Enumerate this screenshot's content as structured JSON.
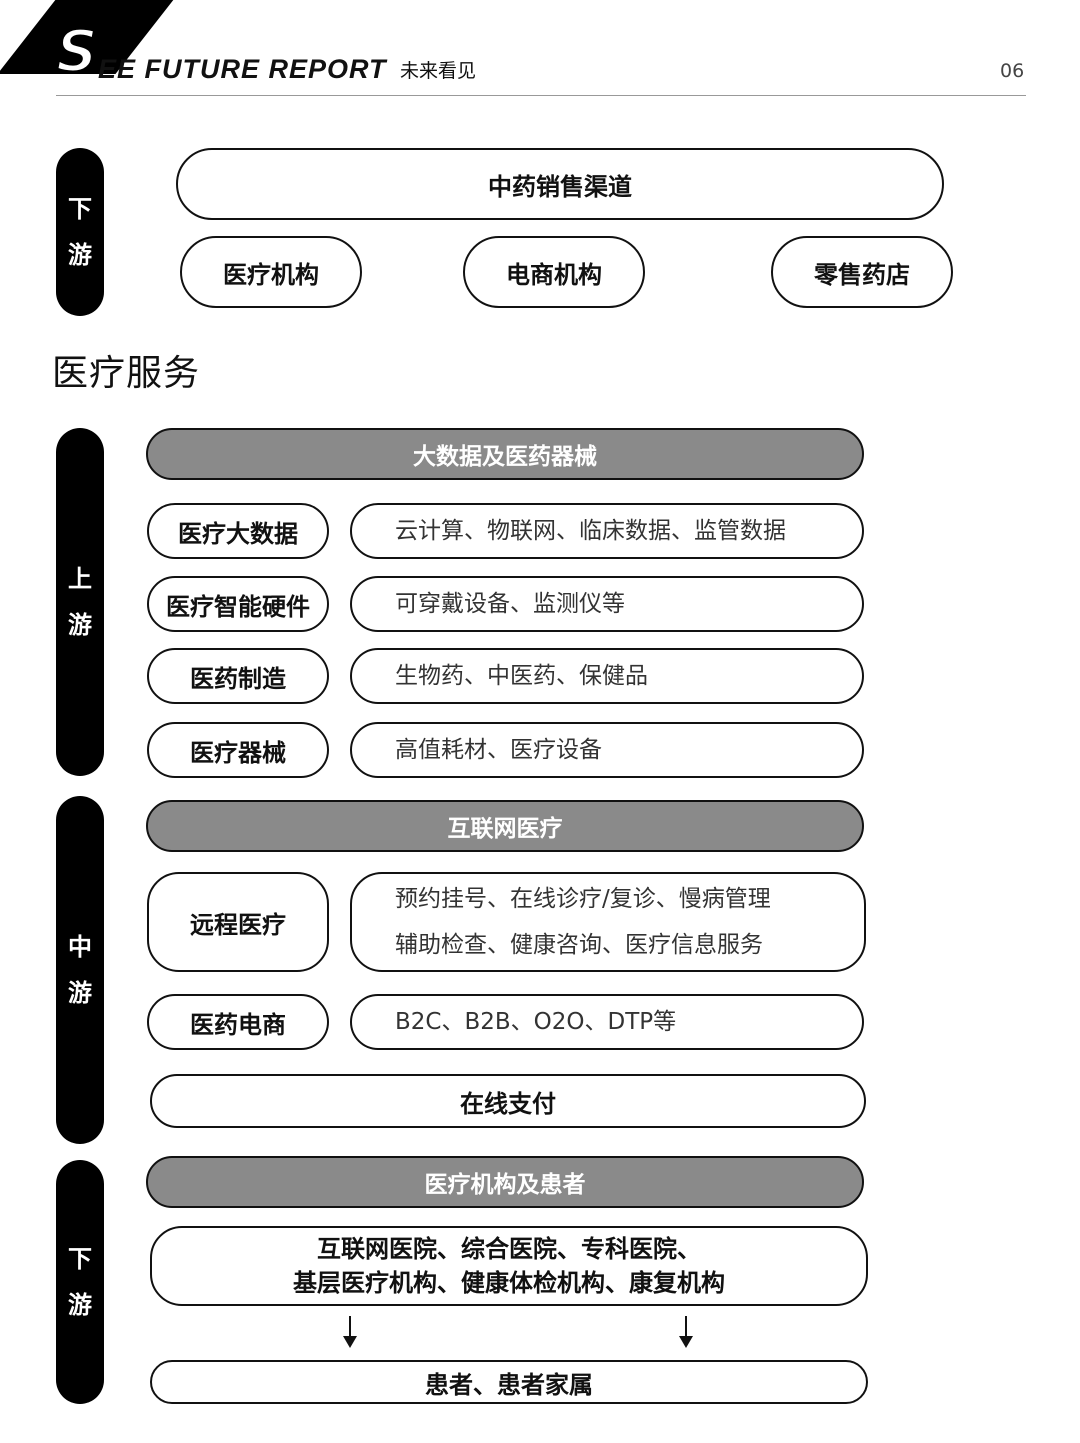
{
  "header": {
    "logo_letter": "S",
    "brand": "EE FUTURE REPORT",
    "brand_cn": "未来看见",
    "page_number": "06"
  },
  "top": {
    "side": [
      "下",
      "游"
    ],
    "title": "中药销售渠道",
    "items": [
      "医疗机构",
      "电商机构",
      "零售药店"
    ]
  },
  "section_title": "医疗服务",
  "upstream": {
    "side": [
      "上",
      "游"
    ],
    "header": "大数据及医药器械",
    "rows": [
      {
        "label": "医疗大数据",
        "desc": "云计算、物联网、临床数据、监管数据"
      },
      {
        "label": "医疗智能硬件",
        "desc": "可穿戴设备、监测仪等"
      },
      {
        "label": "医药制造",
        "desc": "生物药、中医药、保健品"
      },
      {
        "label": "医疗器械",
        "desc": "高值耗材、医疗设备"
      }
    ]
  },
  "midstream": {
    "side": [
      "中",
      "游"
    ],
    "header": "互联网医疗",
    "remote": {
      "label": "远程医疗",
      "lines": [
        "预约挂号、在线诊疗/复诊、慢病管理",
        "辅助检查、健康咨询、医疗信息服务"
      ]
    },
    "ecommerce": {
      "label": "医药电商",
      "desc": "B2C、B2B、O2O、DTP等"
    },
    "payment": "在线支付"
  },
  "downstream": {
    "side": [
      "下",
      "游"
    ],
    "header": "医疗机构及患者",
    "institutions": [
      "互联网医院、综合医院、专科医院、",
      "基层医疗机构、健康体检机构、康复机构"
    ],
    "patients": "患者、患者家属"
  },
  "colors": {
    "black": "#000000",
    "gray_band": "#8a8a8a",
    "border": "#111111"
  }
}
